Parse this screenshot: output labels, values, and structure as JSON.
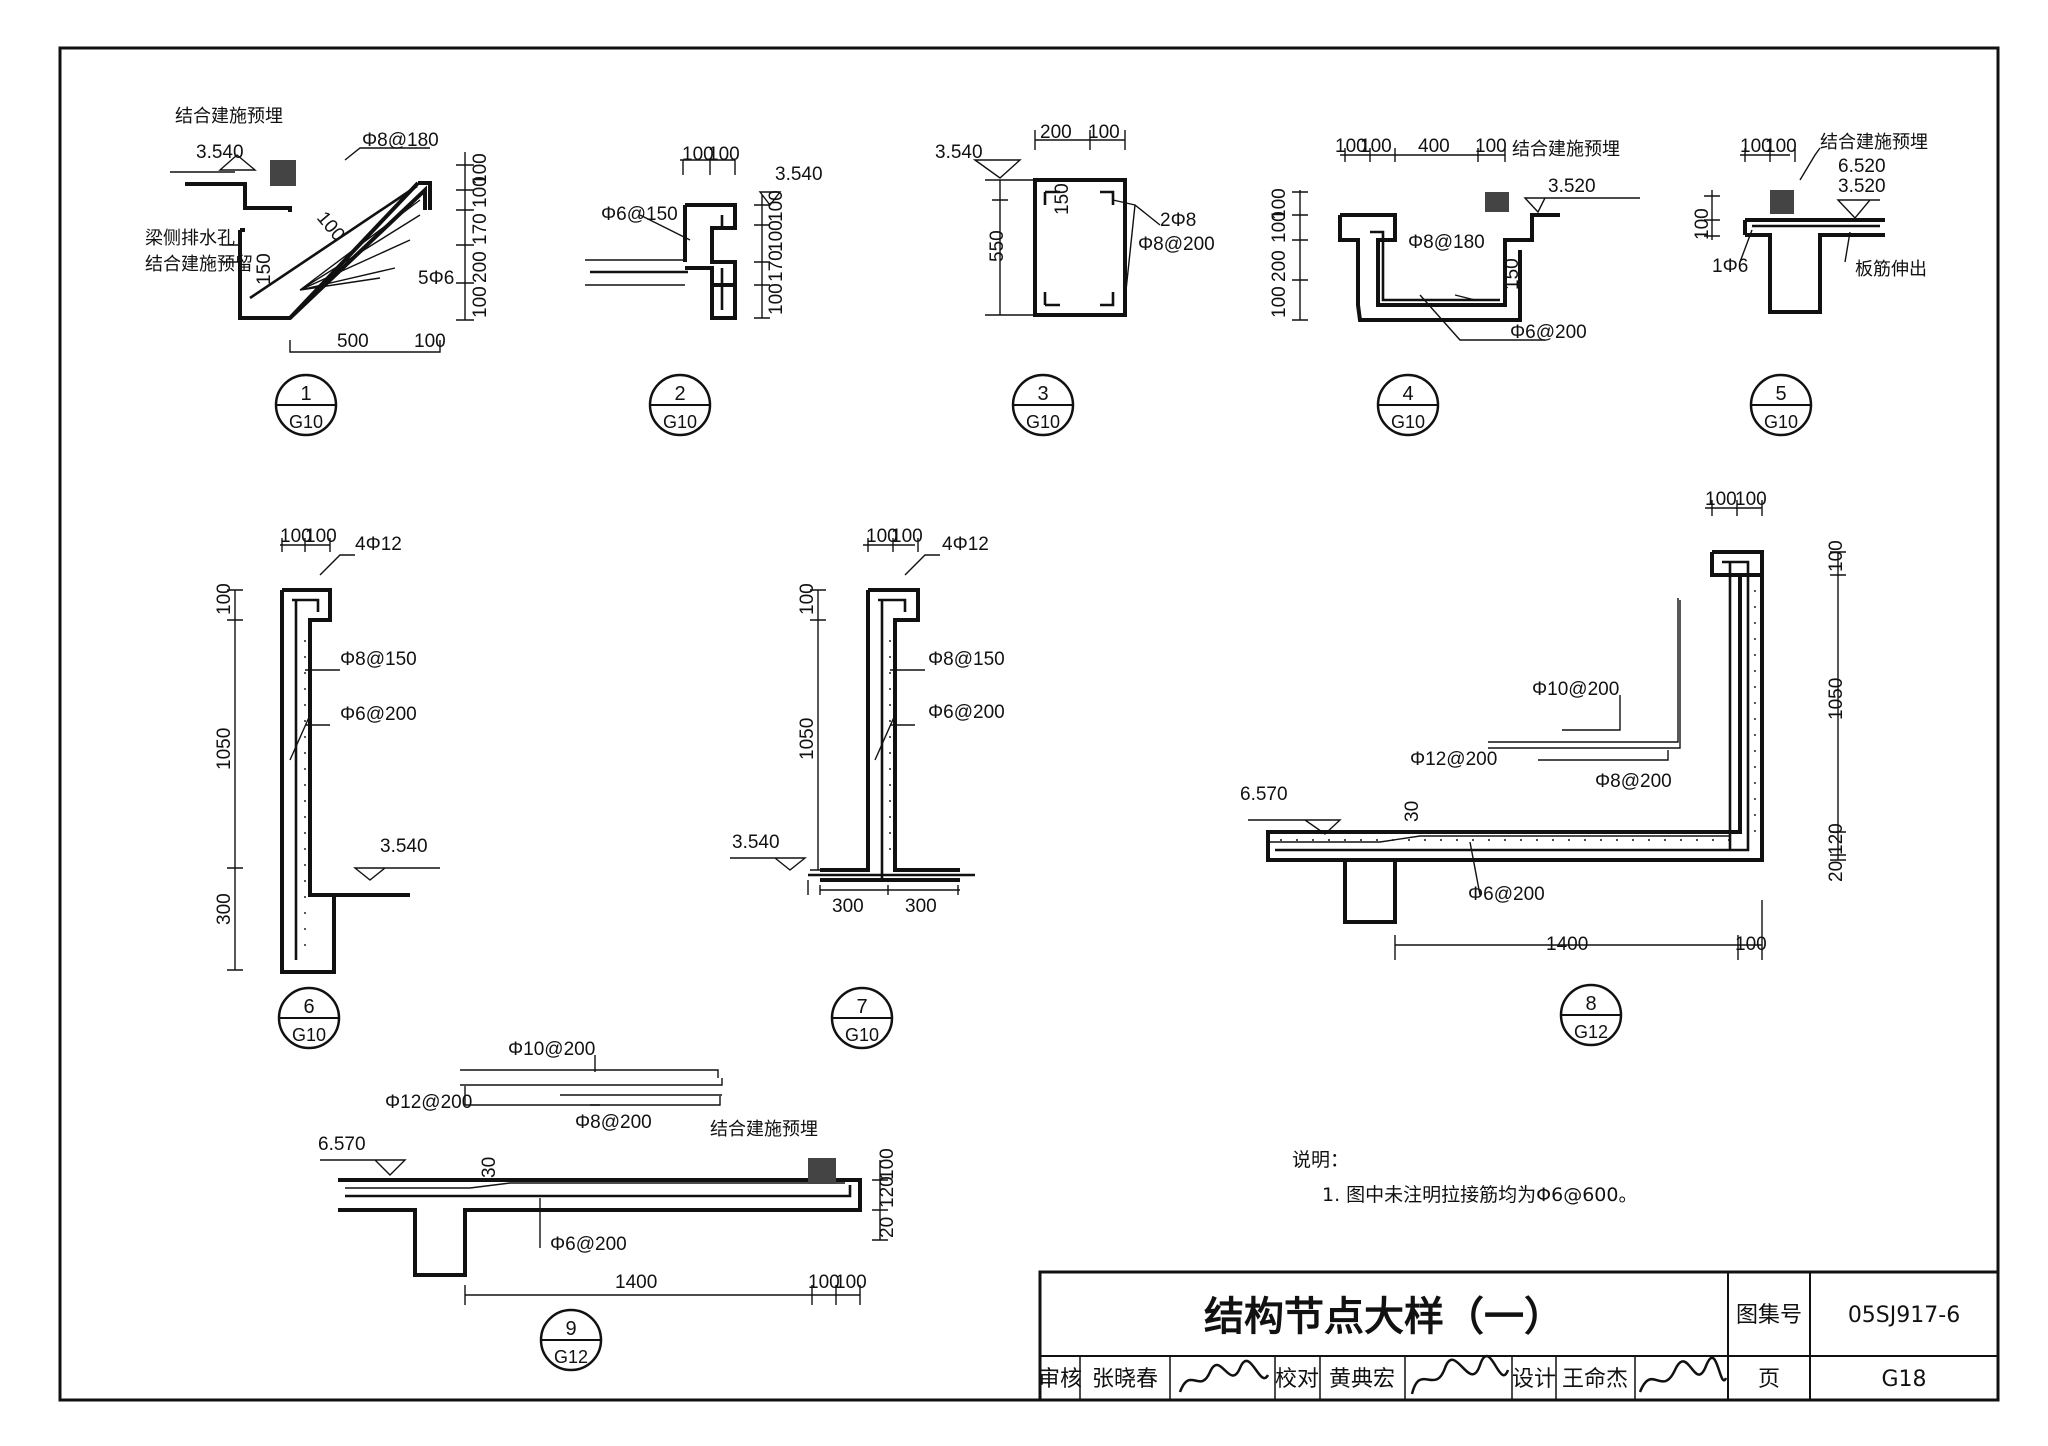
{
  "details": [
    {
      "num": "1",
      "ref": "G10",
      "labels": [
        "结合建施预埋",
        "3.540",
        "Φ8@180",
        "100",
        "梁侧排水孔",
        "结合建施预留",
        "150",
        "5Φ6",
        "500",
        "100"
      ],
      "dims": [
        "100",
        "100",
        "170",
        "200",
        "100"
      ]
    },
    {
      "num": "2",
      "ref": "G10",
      "labels": [
        "100",
        "100",
        "3.540",
        "Φ6@150"
      ],
      "dims": [
        "100",
        "100",
        "170",
        "100"
      ]
    },
    {
      "num": "3",
      "ref": "G10",
      "labels": [
        "3.540",
        "200",
        "100",
        "150",
        "550",
        "2Φ8",
        "Φ8@200"
      ]
    },
    {
      "num": "4",
      "ref": "G10",
      "labels": [
        "100",
        "100",
        "400",
        "100",
        "结合建施预埋",
        "3.520",
        "Φ8@180",
        "150",
        "Φ6@200"
      ],
      "dims": [
        "100",
        "100",
        "200",
        "100"
      ]
    },
    {
      "num": "5",
      "ref": "G10",
      "labels": [
        "100",
        "100",
        "结合建施预埋",
        "6.520",
        "3.520",
        "100",
        "1Φ6",
        "板筋伸出"
      ]
    },
    {
      "num": "6",
      "ref": "G10",
      "labels": [
        "100",
        "100",
        "4Φ12",
        "100",
        "Φ8@150",
        "Φ6@200",
        "1050",
        "3.540",
        "300"
      ]
    },
    {
      "num": "7",
      "ref": "G10",
      "labels": [
        "100",
        "100",
        "4Φ12",
        "100",
        "Φ8@150",
        "Φ6@200",
        "1050",
        "3.540",
        "300",
        "300"
      ]
    },
    {
      "num": "8",
      "ref": "G12",
      "labels": [
        "100",
        "100",
        "100",
        "1050",
        "Φ10@200",
        "Φ12@200",
        "Φ8@200",
        "6.570",
        "30",
        "120",
        "20",
        "Φ6@200",
        "1400",
        "100"
      ]
    },
    {
      "num": "9",
      "ref": "G12",
      "labels": [
        "Φ10@200",
        "Φ12@200",
        "Φ8@200",
        "结合建施预埋",
        "6.570",
        "30",
        "Φ6@200",
        "1400",
        "100",
        "100",
        "100",
        "120",
        "20"
      ]
    }
  ],
  "notes": {
    "heading": "说明：",
    "item1": "1. 图中未注明拉接筋均为Φ6@600。"
  },
  "title_block": {
    "title": "结构节点大样（一）",
    "atlas_label": "图集号",
    "atlas_no": "05SJ917-6",
    "page_label": "页",
    "page_no": "G18",
    "review_label": "审核",
    "reviewer": "张晓春",
    "check_label": "校对",
    "checker": "黄典宏",
    "design_label": "设计",
    "designer": "王命杰"
  }
}
